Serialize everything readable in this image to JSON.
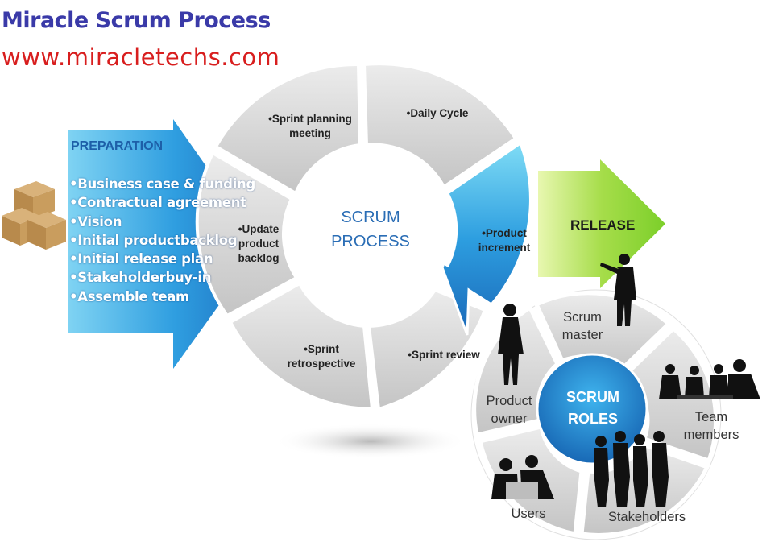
{
  "header": {
    "title": "Miracle Scrum Process",
    "url": "www.miracletechs.com"
  },
  "preparation": {
    "title": "PREPARATION",
    "items": [
      "•Business case & funding",
      "•Contractual agreement",
      "•Vision",
      "•Initial productbacklog",
      "•Initial release plan",
      "•Stakeholderbuy-in",
      "•Assemble team"
    ]
  },
  "process": {
    "center_line1": "SCRUM",
    "center_line2": "PROCESS",
    "segments": {
      "sprint_planning_1": "•Sprint planning",
      "sprint_planning_2": "meeting",
      "daily_cycle": "•Daily Cycle",
      "product_increment_1": "•Product",
      "product_increment_2": "increment",
      "sprint_review": "•Sprint review",
      "sprint_retrospective_1": "•Sprint",
      "sprint_retrospective_2": "retrospective",
      "update_backlog_1": "•Update",
      "update_backlog_2": "product",
      "update_backlog_3": "backlog"
    }
  },
  "release": {
    "label": "RELEASE"
  },
  "roles": {
    "center_line1": "SCRUM",
    "center_line2": "ROLES",
    "scrum_master_1": "Scrum",
    "scrum_master_2": "master",
    "team_members_1": "Team",
    "team_members_2": "members",
    "stakeholders": "Stakeholders",
    "users": "Users",
    "product_owner_1": "Product",
    "product_owner_2": "owner"
  },
  "colors": {
    "title": "#3a3aa8",
    "url": "#d81e1e",
    "blue_accent": "#2b8fd4",
    "release_green": "#8fd13a",
    "segment_gray": "#d6d6d6"
  }
}
